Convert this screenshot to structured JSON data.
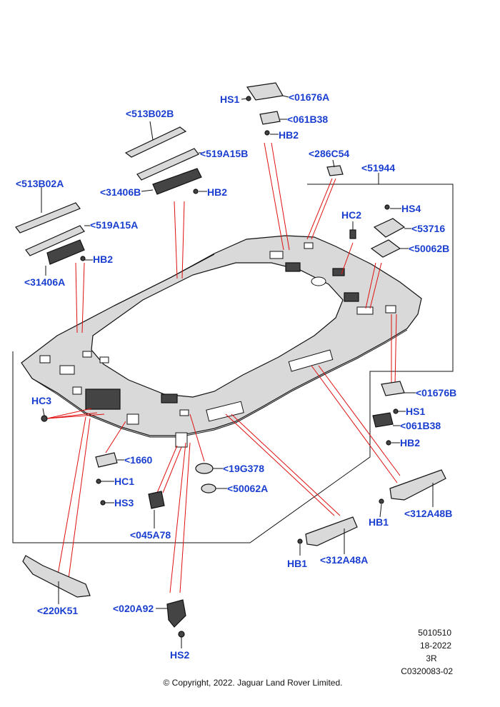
{
  "labels": {
    "hs1_top": "HS1",
    "l01676a": "<01676A",
    "l061b38_top": "<061B38",
    "hb2_top": "HB2",
    "l513b02b": "<513B02B",
    "l519a15b": "<519A15B",
    "l31406b": "<31406B",
    "hb2_mid": "HB2",
    "l286c54": "<286C54",
    "l51944": "<51944",
    "l513b02a": "<513B02A",
    "l519a15a": "<519A15A",
    "hb2_left": "HB2",
    "l31406a": "<31406A",
    "hc2": "HC2",
    "hs4": "HS4",
    "l53716": "<53716",
    "l50062b": "<50062B",
    "hc3": "HC3",
    "l01676b": "<01676B",
    "hs1_right": "HS1",
    "l061b38_right": "<061B38",
    "hb2_right": "HB2",
    "l1660": "<1660",
    "hc1": "HC1",
    "hs3": "HS3",
    "l19g378": "<19G378",
    "l50062a": "<50062A",
    "l045a78": "<045A78",
    "l312a48b": "<312A48B",
    "hb1_right": "HB1",
    "hb1_mid": "HB1",
    "l312a48a": "<312A48A",
    "l220k51": "<220K51",
    "l020a92": "<020A92",
    "hs2": "HS2"
  },
  "meta": {
    "line1": "5010510",
    "line2": "18-2022",
    "line3": "3R",
    "line4": "C0320083-02"
  },
  "copyright": "© Copyright, 2022. Jaguar Land Rover Limited.",
  "colors": {
    "label": "#1a3fd0",
    "leader_red": "#e01010"
  }
}
